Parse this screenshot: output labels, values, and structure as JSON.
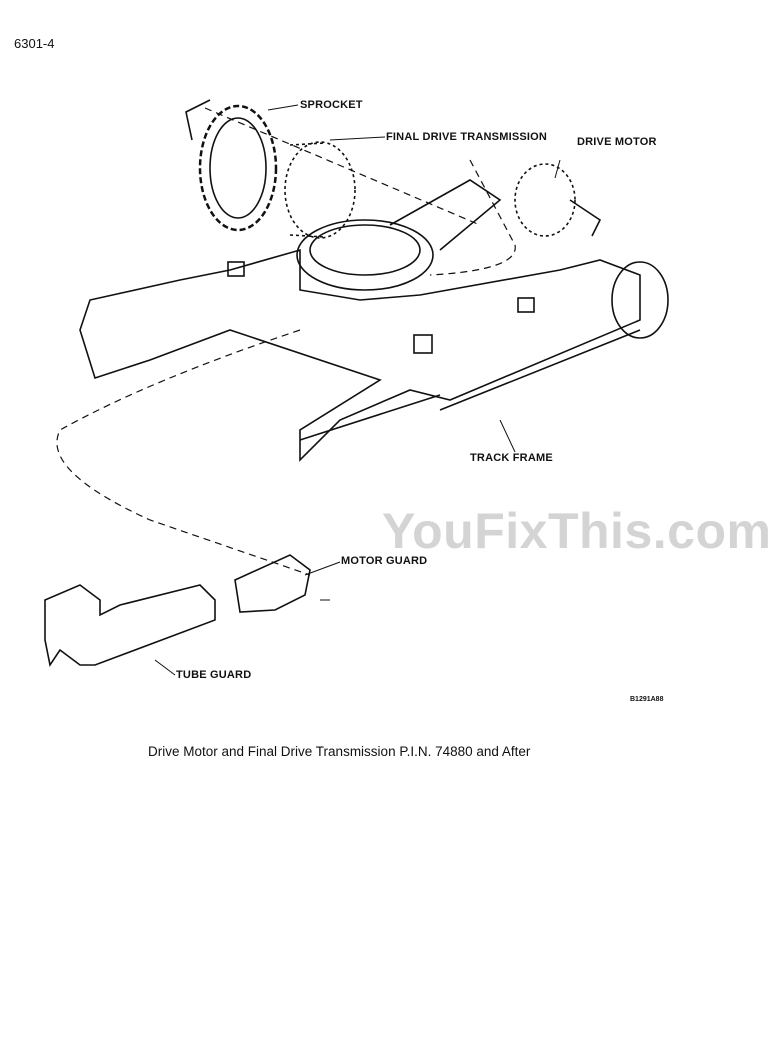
{
  "page_number": "6301-4",
  "diagram": {
    "labels": {
      "sprocket": "SPROCKET",
      "final_drive_transmission": "FINAL DRIVE TRANSMISSION",
      "drive_motor": "DRIVE MOTOR",
      "track_frame": "TRACK FRAME",
      "motor_guard": "MOTOR GUARD",
      "tube_guard": "TUBE GUARD"
    },
    "figure_id": "B1291A88"
  },
  "caption": "Drive Motor and Final Drive Transmission P.I.N. 74880 and After",
  "watermark": "YouFixThis.com"
}
